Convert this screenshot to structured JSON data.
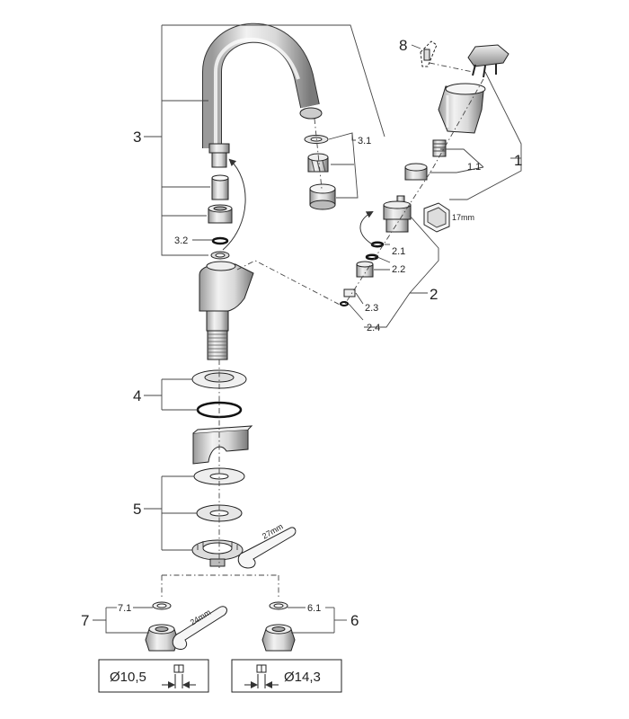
{
  "callouts": {
    "c1": "1",
    "c1_1": "1.1",
    "c2": "2",
    "c2_1": "2.1",
    "c2_2": "2.2",
    "c2_3": "2.3",
    "c2_4": "2.4",
    "c3": "3",
    "c3_1": "3.1",
    "c3_2": "3.2",
    "c4": "4",
    "c5": "5",
    "c6": "6",
    "c6_1": "6.1",
    "c7": "7",
    "c7_1": "7.1",
    "c8": "8"
  },
  "wrench_sizes": {
    "valve_wrench": "17mm",
    "base_wrench": "27mm",
    "nut_wrench": "24mm"
  },
  "pipe_diameters": {
    "left": "Ø10,5",
    "right": "Ø14,3"
  }
}
